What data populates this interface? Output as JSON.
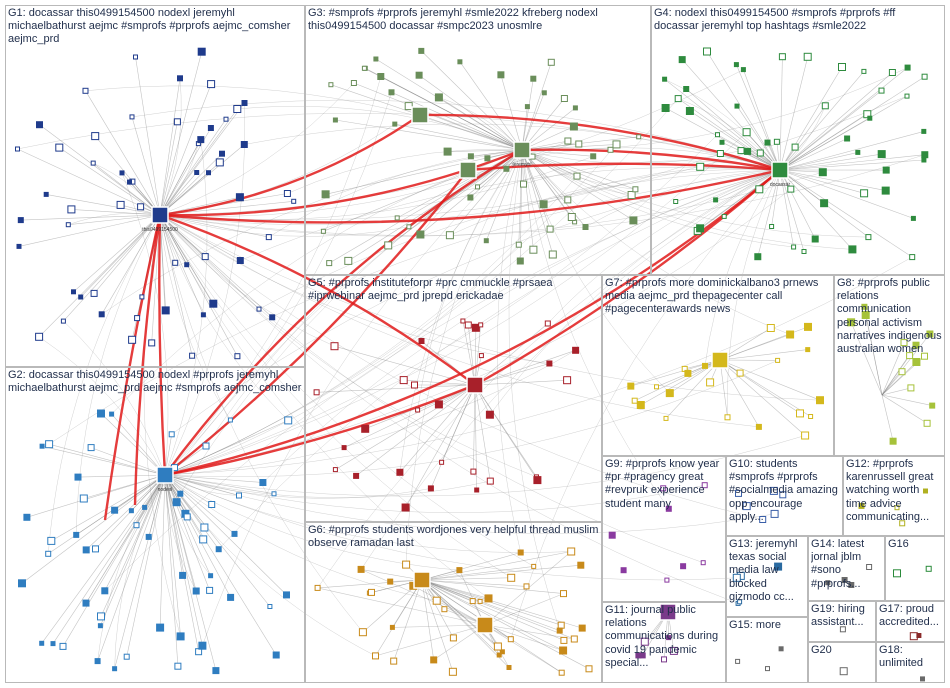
{
  "groups": [
    {
      "id": "g1",
      "label": "G1: docassar this0499154500 nodexl jeremyhl michaelbathurst aejmc #smprofs #prprofs aejmc_comsher aejmc_prd"
    },
    {
      "id": "g2",
      "label": "G2: docassar this0499154500 nodexl #prprofs jeremyhl michaelbathurst aejmc_prd aejmc #smprofs aejmc_comsher"
    },
    {
      "id": "g3",
      "label": "G3: #smprofs #prprofs jeremyhl #smle2022 kfreberg nodexl this0499154500 docassar #smpc2023 unosmlre"
    },
    {
      "id": "g4",
      "label": "G4: nodexl this0499154500 #smprofs #prprofs #ff docassar jeremyhl top hashtags #smle2022"
    },
    {
      "id": "g5",
      "label": "G5: #prprofs instituteforpr #prc cmmuckle #prsaea #iprwebinar aejmc_prd jprepd erickadae"
    },
    {
      "id": "g6",
      "label": "G6: #prprofs students wordjones very helpful thread muslim observe ramadan last"
    },
    {
      "id": "g7",
      "label": "G7: #prprofs more dominickalbano3 prnews media aejmc_prd thepagecenter call #pagecenterawards news"
    },
    {
      "id": "g8",
      "label": "G8: #prprofs public relations communication personal activism narratives indigenous australian women"
    },
    {
      "id": "g9",
      "label": "G9: #prprofs know year #pr #pragency great #revpruk experience student many"
    },
    {
      "id": "g10",
      "label": "G10: students #smprofs #prprofs #socialmedia amazing opp encourage apply..."
    },
    {
      "id": "g11",
      "label": "G11: journal public relations communications during covid 19 pandemic special..."
    },
    {
      "id": "g12",
      "label": "G12: #prprofs karenrussell great watching worth time advice communicating..."
    },
    {
      "id": "g13",
      "label": "G13: jeremyhl texas social media law blocked gizmodo cc..."
    },
    {
      "id": "g14",
      "label": "G14: latest jornal jblm #sono #prprofs..."
    },
    {
      "id": "g15",
      "label": "G15: more"
    },
    {
      "id": "g16",
      "label": "G16"
    },
    {
      "id": "g17",
      "label": "G17: proud accredited..."
    },
    {
      "id": "g18",
      "label": "G18: unlimited"
    },
    {
      "id": "g19",
      "label": "G19: hiring assistant..."
    },
    {
      "id": "g20",
      "label": "G20"
    }
  ],
  "node_labels": {
    "hub_g1": "this0499154500",
    "hub_g4": "docassar",
    "hub_g3": "jeremyhl",
    "hub_g2": "nodexl"
  },
  "colors": {
    "g1": "#1f3b8c",
    "g2": "#2f7dc0",
    "g3": "#6a8e5a",
    "g4": "#2e8b3e",
    "g5": "#a8202a",
    "g6": "#c88a1a",
    "g7": "#d4b81c",
    "g8": "#a6c23a",
    "g9": "#8a3aa0",
    "g10": "#3a5fa8",
    "g11": "#7a3a8a",
    "g12": "#b0b020",
    "g13": "#2a6aa0",
    "g14": "#6a6a6a",
    "g15": "#6a6a6a",
    "g16": "#2a8a3a",
    "g17": "#8a2a2a",
    "g18": "#6a6a6a",
    "g19": "#6a6a6a",
    "g20": "#6a6a6a",
    "edge": "#7a7a7a",
    "edge_strong": "#e01a1a",
    "box_border": "#b9b9b9"
  }
}
